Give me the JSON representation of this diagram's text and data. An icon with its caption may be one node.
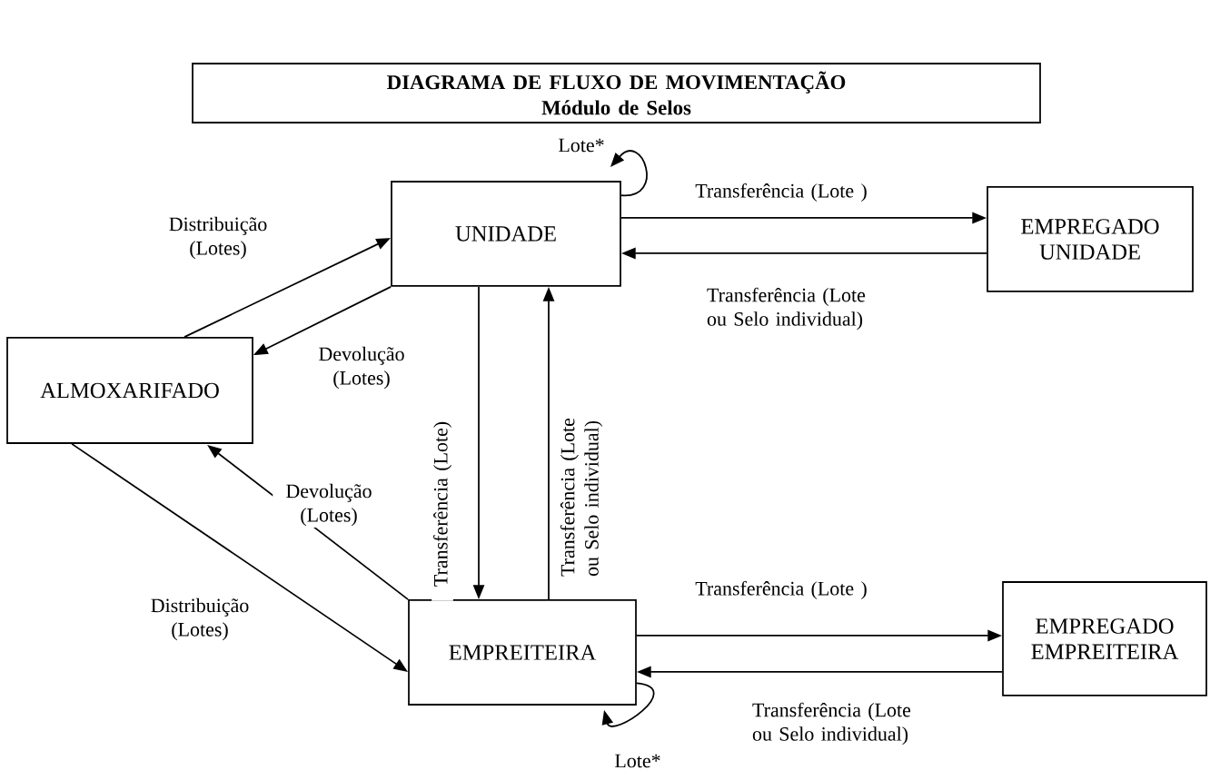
{
  "diagram": {
    "nodes": [
      {
        "text": [
          "DIAGRAMA DE FLUXO DE MOVIMENTAÇÃO",
          "Módulo de Selos"
        ]
      },
      {
        "text": [
          "UNIDADE"
        ]
      },
      {
        "text": [
          "EMPREGADO UNIDADE"
        ]
      },
      {
        "text": [
          "ALMOXARIFADO"
        ]
      },
      {
        "text": [
          "EMPREITEIRA"
        ]
      },
      {
        "text": [
          "EMPREGADO EMPREITEIRA"
        ]
      }
    ],
    "edges": [
      {
        "from": 1,
        "to": 1,
        "arrow": "to",
        "label": "Lote*"
      },
      {
        "from": 1,
        "to": 2,
        "arrow": "to",
        "label": "Transferência (Lote )"
      },
      {
        "from": 2,
        "to": 1,
        "arrow": "to",
        "label": "Transferência (Lote ou Selo individual)"
      },
      {
        "from": 3,
        "to": 1,
        "arrow": "to",
        "label": "Distribuição (Lotes)"
      },
      {
        "from": 1,
        "to": 3,
        "arrow": "to",
        "label": "Devolução (Lotes)"
      },
      {
        "from": 1,
        "to": 4,
        "arrow": "to",
        "label": "Transferência (Lote)"
      },
      {
        "from": 4,
        "to": 1,
        "arrow": "to",
        "label": "Transferência (Lote ou Selo individual)"
      },
      {
        "from": 4,
        "to": 3,
        "arrow": "to",
        "label": "Devolução (Lotes)"
      },
      {
        "from": 3,
        "to": 4,
        "arrow": "to",
        "label": "Distribuição (Lotes)"
      },
      {
        "from": 4,
        "to": 5,
        "arrow": "to",
        "label": "Transferência (Lote )"
      },
      {
        "from": 5,
        "to": 4,
        "arrow": "to",
        "label": "Transferência (Lote ou Selo individual)"
      },
      {
        "from": 4,
        "to": 4,
        "arrow": "to",
        "label": "Lote*"
      }
    ]
  }
}
